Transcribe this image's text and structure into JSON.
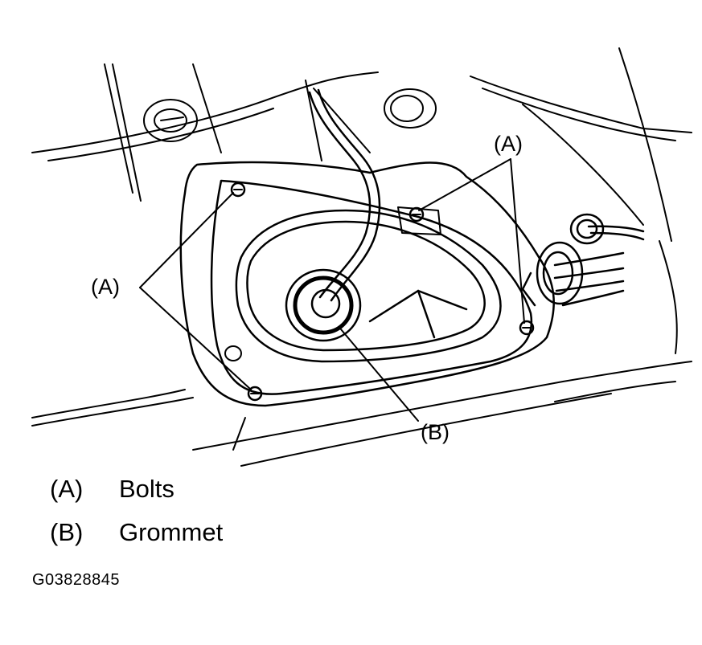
{
  "callouts": {
    "a_upper": "(A)",
    "a_left": "(A)",
    "b": "(B)"
  },
  "legend": [
    {
      "key": "(A)",
      "label": "Bolts"
    },
    {
      "key": "(B)",
      "label": "Grommet"
    }
  ],
  "figure_id": "G03828845"
}
